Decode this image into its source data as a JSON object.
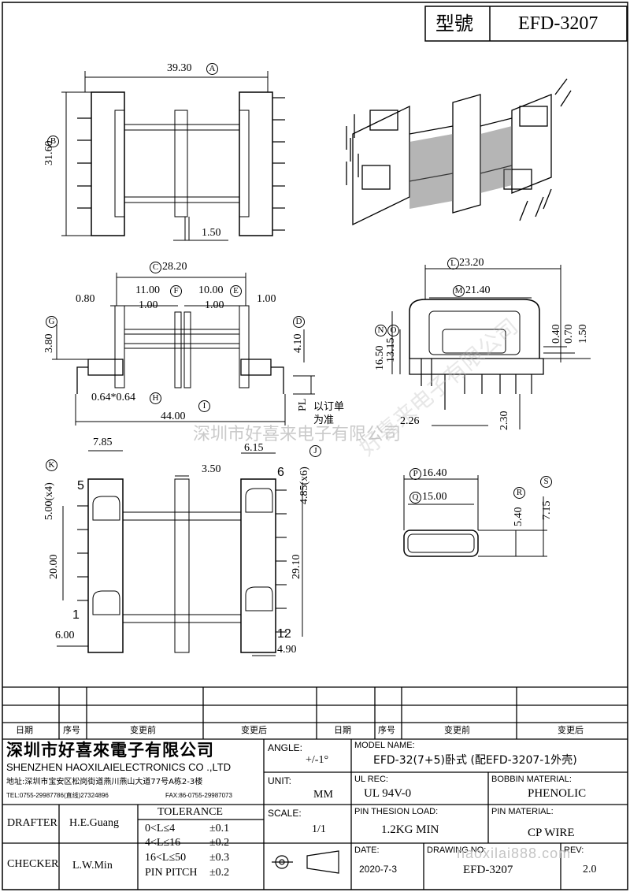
{
  "header": {
    "model_label": "型號",
    "model_value": "EFD-3207"
  },
  "dims": {
    "a": "39.30",
    "a_tag": "A",
    "b": "31.60",
    "b_tag": "B",
    "c": "1.50",
    "c_top": "28.20",
    "c_tag": "C",
    "d_11": "11.00",
    "f_tag": "F",
    "d_10": "10.00",
    "e_tag": "E",
    "d_080": "0.80",
    "d_100a": "1.00",
    "d_100b": "1.00",
    "d_100c": "1.00",
    "g_tag": "G",
    "g_val": "3.80",
    "d_tag": "D",
    "d_val": "4.10",
    "h_text": "0.64*0.64",
    "h_tag": "H",
    "i_val": "44.00",
    "i_tag": "I",
    "pl": "PL",
    "pl_note": "以订单为准",
    "l_val": "23.20",
    "l_tag": "L",
    "m_val": "21.40",
    "m_tag": "M",
    "n_val": "16.50",
    "n_tag": "N",
    "o_val": "13.15",
    "o_tag": "O",
    "d_070": "0.70",
    "d_040": "0.40",
    "d_150": "1.50",
    "d_226": "2.26",
    "d_230": "2.30",
    "k_val": "5.00(x4)",
    "k_tag": "K",
    "d_785": "7.85",
    "d_350": "3.50",
    "d_615": "6.15",
    "j_val": "4.85(x6)",
    "j_tag": "J",
    "d_2000": "20.00",
    "d_2910": "29.10",
    "d_600": "6.00",
    "d_490": "4.90",
    "pin5": "5",
    "pin6": "6",
    "pin1": "1",
    "pin12": "12",
    "p_val": "16.40",
    "p_tag": "P",
    "q_val": "15.00",
    "q_tag": "Q",
    "r_val": "5.40",
    "r_tag": "R",
    "s_val": "7.15",
    "s_tag": "S"
  },
  "watermark": {
    "line1": "深圳市好喜来电子有限公司",
    "line2": "好喜来电子有限公司"
  },
  "revision_table": {
    "headers_left": [
      "日期",
      "序号",
      "变更前",
      "变更后"
    ],
    "headers_right": [
      "日期",
      "序号",
      "变更前",
      "变更后"
    ]
  },
  "company": {
    "name_cn": "深圳市好喜來電子有限公司",
    "name_en": "SHENZHEN HAOXILAIELECTRONICS CO .,LTD",
    "address": "地址:深圳市宝安区松岗街道燕川燕山大道77号A栋2-3楼",
    "tel": "TEL:0755-29987786(直线)27324896",
    "fax": "FAX:86-0755-29987073"
  },
  "title_block": {
    "angle_label": "ANGLE:",
    "angle_value": "+/-1°",
    "unit_label": "UNIT:",
    "unit_value": "MM",
    "scale_label": "SCALE:",
    "scale_value": "1/1",
    "model_name_label": "MODEL NAME:",
    "model_name_value": "EFD-32(7+5)卧式 (配EFD-3207-1外壳)",
    "ul_label": "UL REC:",
    "ul_value": "UL 94V-0",
    "bobbin_label": "BOBBIN MATERIAL:",
    "bobbin_value": "PHENOLIC",
    "pin_load_label": "PIN THESION LOAD:",
    "pin_load_value": "1.2KG MIN",
    "pin_mat_label": "PIN MATERIAL:",
    "pin_mat_value": "CP  WIRE",
    "date_label": "DATE:",
    "date_value": "2020-7-3",
    "drawing_no_label": "DRAWING NO:",
    "drawing_no_value": "EFD-3207",
    "rev_label": "REV:",
    "rev_value": "2.0",
    "drafter_label": "DRAFTER",
    "drafter_value": "H.E.Guang",
    "checker_label": "CHECKER",
    "checker_value": "L.W.Min",
    "tolerance_label": "TOLERANCE",
    "tol_rows": [
      {
        "range": "0<L≤4",
        "value": "±0.1"
      },
      {
        "range": "4<L≤16",
        "value": "±0.2"
      },
      {
        "range": "16<L≤50",
        "value": "±0.3"
      },
      {
        "range": "PIN PITCH",
        "value": "±0.2"
      }
    ],
    "footer_watermark": "haoxilai888.com"
  }
}
